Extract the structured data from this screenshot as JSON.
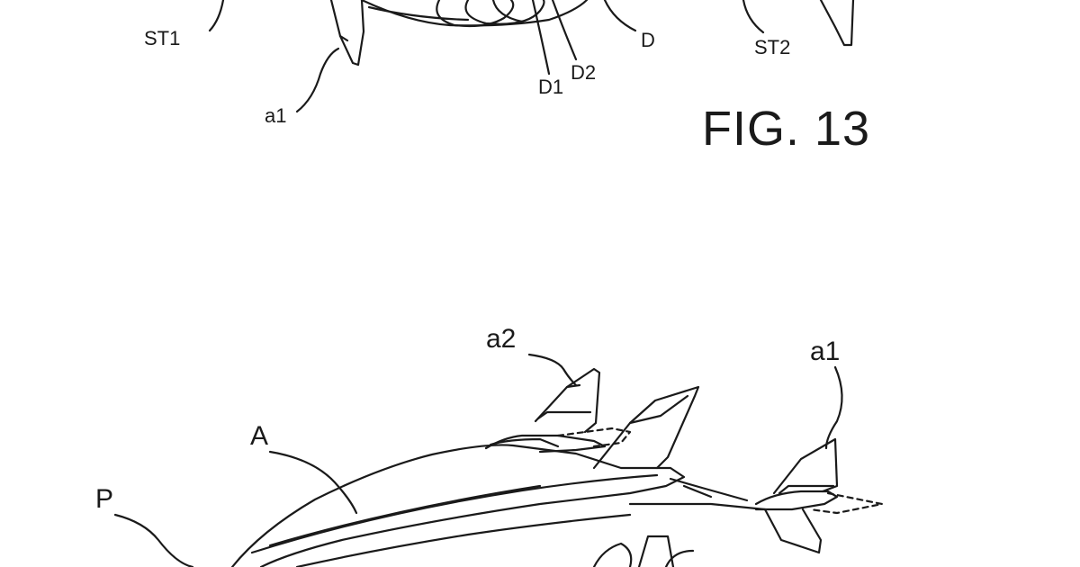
{
  "figure_caption": "FIG. 13",
  "labels": {
    "st1": "ST1",
    "st2": "ST2",
    "d": "D",
    "d1": "D1",
    "d2": "D2",
    "a1_top": "a1",
    "a2": "a2",
    "a1_bottom": "a1",
    "a": "A",
    "p": "P"
  },
  "colors": {
    "line": "#1a1a1a",
    "background": "#ffffff"
  }
}
